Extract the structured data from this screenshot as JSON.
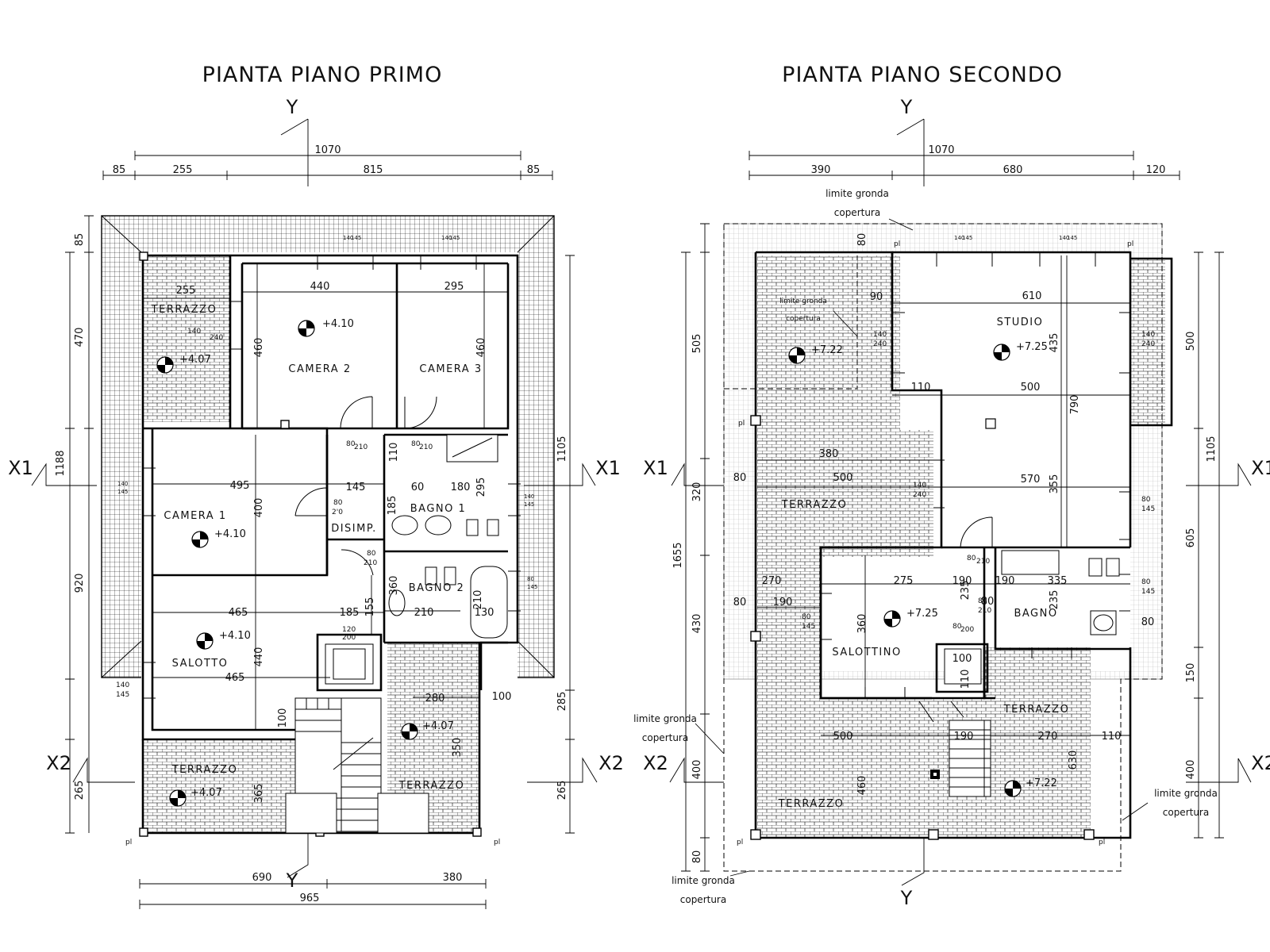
{
  "first_floor": {
    "title": "PIANTA PIANO PRIMO",
    "axis_y_top": "Y",
    "axis_y_bottom": "Y",
    "axis_x1": "X1",
    "axis_x2": "X2",
    "top_dims": {
      "overall": "1070",
      "left_margin": "85",
      "d1": "255",
      "d2": "815",
      "right_margin": "85"
    },
    "bottom_dims": {
      "d1": "690",
      "d2": "380",
      "overall": "965"
    },
    "left_dims": {
      "d1": "85",
      "d2": "470",
      "d3": "1188",
      "d4": "920",
      "d5": "265"
    },
    "right_dims": {
      "d1": "1105",
      "d2": "285",
      "d3": "265"
    },
    "rooms": {
      "camera2": "CAMERA 2",
      "camera3": "CAMERA 3",
      "camera1": "CAMERA 1",
      "salotto": "SALOTTO",
      "disimp": "DISIMP.",
      "bagno1": "BAGNO 1",
      "bagno2": "BAGNO 2",
      "terrazzo_a": "TERRAZZO",
      "terrazzo_b": "TERRAZZO",
      "terrazzo_c": "TERRAZZO"
    },
    "levels": {
      "camera2": "+4.10",
      "terrazzo_a": "+4.07",
      "camera1": "+4.10",
      "salotto": "+4.10",
      "terrazzo_b": "+4.07",
      "terrazzo_c": "+4.07"
    },
    "inner_dims": {
      "c2_w": "440",
      "c3_w": "295",
      "terr_w": "255",
      "c2_h": "460",
      "c3_h": "460",
      "c1_w": "495",
      "c1_h": "400",
      "dis_w": "145",
      "b1_a": "60",
      "b1_b": "180",
      "b1_c": "295",
      "b1_d": "110",
      "b1_e": "185",
      "sal_w": "465",
      "sal_w2": "465",
      "sal_h": "440",
      "sal_a": "185",
      "sal_b": "155",
      "b2_h": "360",
      "b2_w": "210",
      "b2_a": "210",
      "b2_b": "130",
      "terr_c1": "280",
      "terr_c2": "100",
      "terr_c3": "350",
      "terr_c4": "100",
      "terr_b1": "365"
    },
    "openings": {
      "o1": "80",
      "o1b": "210",
      "o2": "80",
      "o2b": "210",
      "o3": "80",
      "o3b": "2'0",
      "o4": "80",
      "o4b": "210",
      "w1": "140",
      "w1b": "145",
      "w2": "140",
      "w2b": "145",
      "w3": "140",
      "w3b": "145",
      "w4": "140",
      "w4b": "145",
      "w5": "80",
      "w5b": "145",
      "w6": "140",
      "w6b": "145",
      "w7": "140",
      "w7b": "240",
      "w8": "120",
      "w8b": "200"
    },
    "pl_labels": [
      "pl",
      "pl"
    ]
  },
  "second_floor": {
    "title": "PIANTA PIANO SECONDO",
    "axis_y_top": "Y",
    "axis_y_bottom": "Y",
    "axis_x1_left": "X1",
    "axis_x1_right": "X1",
    "axis_x2_left": "X2",
    "axis_x2_right": "X2",
    "top_dims": {
      "overall": "1070",
      "d1": "390",
      "d2": "680",
      "d3": "120"
    },
    "left_dims": {
      "d1": "80",
      "d2": "505",
      "d3": "320",
      "d4": "1655",
      "d5": "430",
      "d6": "400",
      "d7": "80"
    },
    "right_dims": {
      "d1": "500",
      "d2": "1105",
      "d3": "605",
      "d4": "150",
      "d5": "400"
    },
    "rooms": {
      "studio": "STUDIO",
      "salottino": "SALOTTINO",
      "bagno": "BAGNO",
      "terrazzo_a": "TERRAZZO",
      "terrazzo_b": "TERRAZZO",
      "terrazzo_c": "TERRAZZO"
    },
    "levels": {
      "studio": "+7.25",
      "terrazzo_a": "+7.22",
      "salottino": "+7.25",
      "terrazzo_c": "+7.22"
    },
    "notes": {
      "gronda1": "limite gronda",
      "copertura1": "copertura",
      "gronda2": "limite gronda",
      "copertura2": "copertura",
      "gronda3": "limite gronda",
      "copertura3": "copertura",
      "gronda4": "limite gronda",
      "copertura4": "copertura",
      "gronda5": "limite gronda",
      "copertura5": "copertura"
    },
    "inner_dims": {
      "s_w": "610",
      "s_h": "435",
      "s_tot": "790",
      "s_a": "110",
      "s_b": "500",
      "s_c": "570",
      "s_d": "355",
      "t_a": "380",
      "t_b": "500",
      "t_c": "80",
      "t_d": "80",
      "t_e": "90",
      "sa_w": "275",
      "sa_a": "270",
      "sa_b": "190",
      "sa_c": "235",
      "sa_d": "80",
      "sa_e": "360",
      "sa_f": "100",
      "sa_g": "110",
      "sa_h": "190",
      "b_a": "190",
      "b_b": "335",
      "b_c": "235",
      "b_d": "80",
      "tc_a": "500",
      "tc_b": "190",
      "tc_c": "270",
      "tc_d": "110",
      "tc_e": "630",
      "tc_f": "460"
    },
    "openings": {
      "w1": "140",
      "w1b": "145",
      "w2": "140",
      "w2b": "145",
      "w3": "140",
      "w3b": "240",
      "w4": "140",
      "w4b": "240",
      "w5": "80",
      "w5b": "145",
      "w6": "80",
      "w6b": "145",
      "w7": "80",
      "w7b": "145",
      "o1": "80",
      "o1b": "210",
      "o2": "80",
      "o2b": "210",
      "o3": "80",
      "o3b": "200",
      "w8": "140",
      "w8b": "240"
    },
    "pl_labels": [
      "pl",
      "pl",
      "pl",
      "pl",
      "pl"
    ]
  }
}
